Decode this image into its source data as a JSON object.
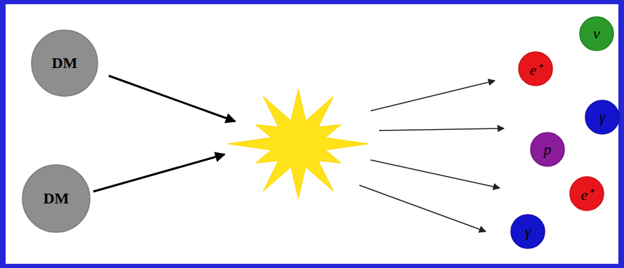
{
  "diagram": {
    "nodes": [
      {
        "text": [
          "DM"
        ]
      },
      {
        "text": [
          "DM"
        ]
      },
      {
        "text": [
          "e⁺"
        ]
      },
      {
        "text": [
          "ν"
        ]
      },
      {
        "text": [
          "γ"
        ]
      },
      {
        "text": [
          "p"
        ]
      },
      {
        "text": [
          "e⁺"
        ]
      },
      {
        "text": [
          "γ"
        ]
      }
    ]
  }
}
